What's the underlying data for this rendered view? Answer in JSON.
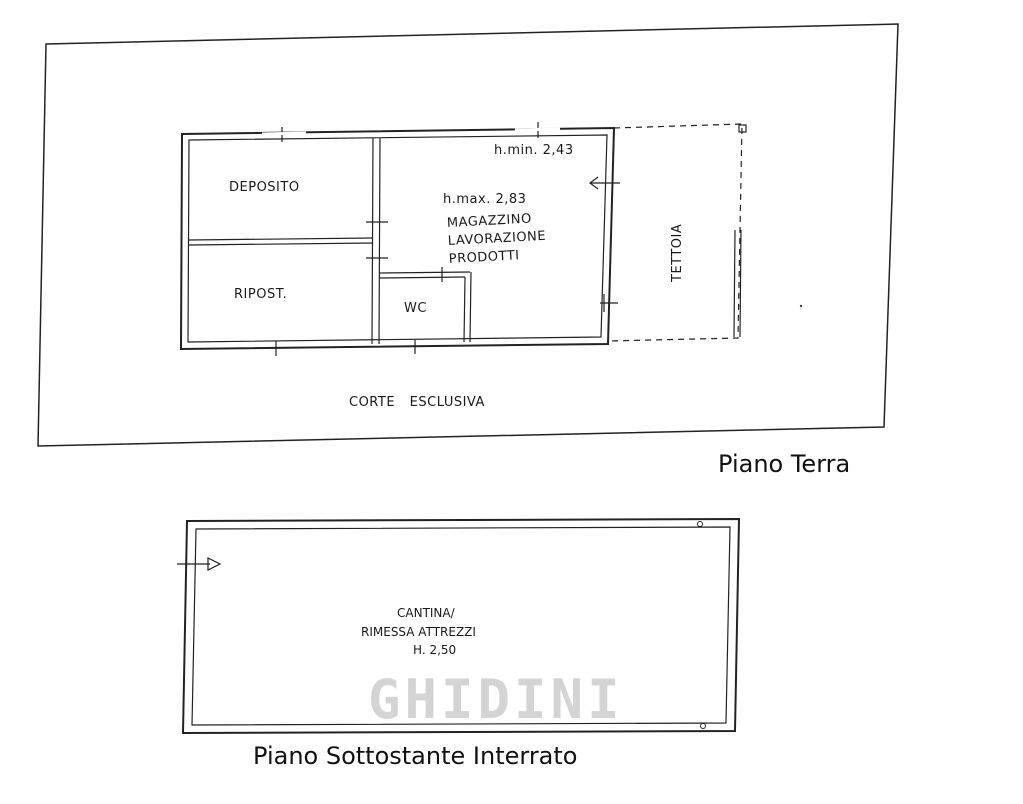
{
  "captions": {
    "ground_floor": "Piano Terra",
    "basement": "Piano Sottostante Interrato"
  },
  "watermark": "GHIDINI",
  "ground_floor": {
    "rooms": {
      "deposito": "DEPOSITO",
      "ripost": "RIPOST.",
      "wc": "WC",
      "magazzino_line1": "MAGAZZINO",
      "magazzino_line2": "LAVORAZIONE",
      "magazzino_line3": "PRODOTTI",
      "tettoia": "TETTOIA",
      "corte": "CORTE ESCLUSIVA"
    },
    "heights": {
      "h_min": "h.min. 2,43",
      "h_max": "h.max. 2,83"
    }
  },
  "basement": {
    "line1": "CANTINA/",
    "line2": "RIMESSA ATTREZZI",
    "line3": "H. 2,50"
  }
}
